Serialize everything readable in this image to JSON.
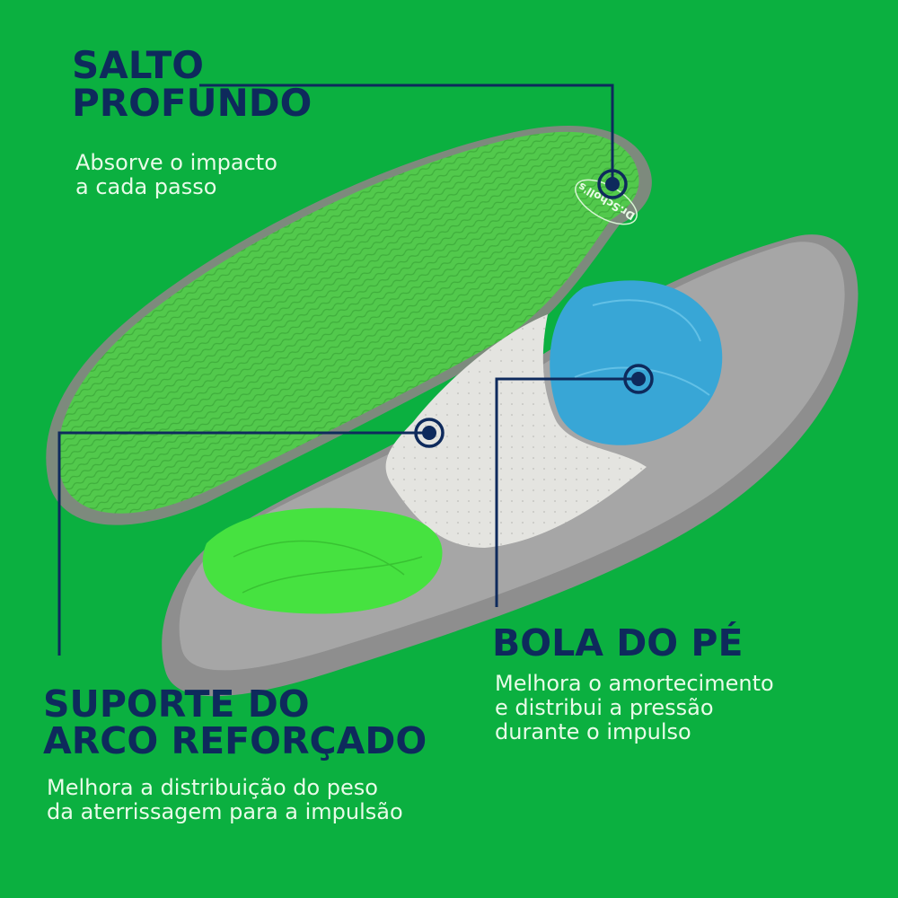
{
  "colors": {
    "background": "#0bb040",
    "title_text": "#0e2a5c",
    "body_text": "#e8fbe8",
    "callout_line": "#0e2a5c",
    "insole_top_green": "#4ec94a",
    "insole_gray": "#9a9a9a",
    "gel_blue": "#3aa8d6",
    "gel_green": "#46e240",
    "arch_white": "#e6e6e2"
  },
  "features": [
    {
      "id": "salto",
      "title_lines": [
        "SALTO",
        "PROFUNDO"
      ],
      "description_lines": [
        "Absorve o impacto",
        "a cada passo"
      ]
    },
    {
      "id": "bola",
      "title_lines": [
        "BOLA DO PÉ"
      ],
      "description_lines": [
        "Melhora o amortecimento",
        "e distribui a pressão",
        "durante o impulso"
      ]
    },
    {
      "id": "suporte",
      "title_lines": [
        "SUPORTE DO",
        "ARCO REFORÇADO"
      ],
      "description_lines": [
        "Melhora a distribuição do peso",
        "da aterrissagem para a impulsão"
      ]
    }
  ],
  "product": {
    "brand_logo_text": "Dr.Scholl's"
  }
}
